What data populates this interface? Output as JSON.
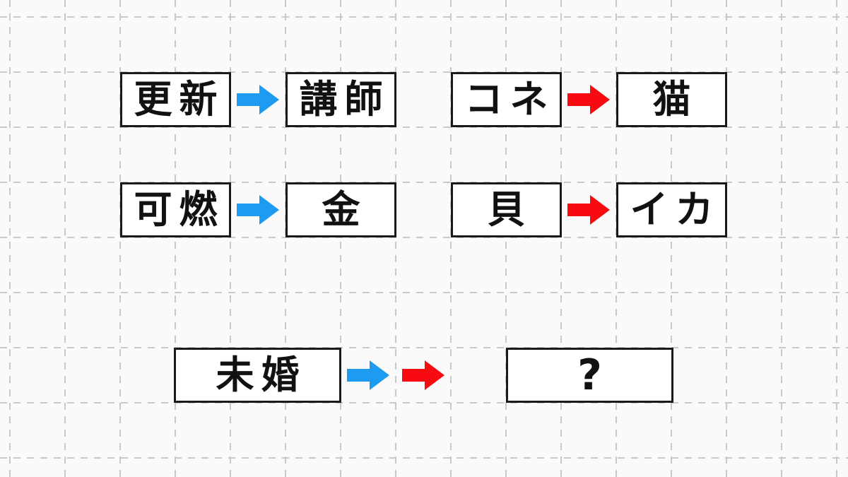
{
  "colors": {
    "page_background": "#fafafa",
    "grid_line": "#c9c9c9",
    "box_background": "#ffffff",
    "box_border": "#1a1a1a",
    "text": "#111111",
    "arrow_blue": "#1d9bf0",
    "arrow_red": "#f80b10"
  },
  "puzzle": {
    "row1": {
      "pair1": {
        "left": "更新",
        "arrow": "blue",
        "right": "講師"
      },
      "pair2": {
        "left": "コネ",
        "arrow": "red",
        "right": "猫"
      }
    },
    "row2": {
      "pair1": {
        "left": "可燃",
        "arrow": "blue",
        "right": "金"
      },
      "pair2": {
        "left": "貝",
        "arrow": "red",
        "right": "イカ"
      }
    },
    "row3": {
      "left": "未婚",
      "arrow1": "blue",
      "arrow2": "red",
      "right": "?"
    }
  }
}
